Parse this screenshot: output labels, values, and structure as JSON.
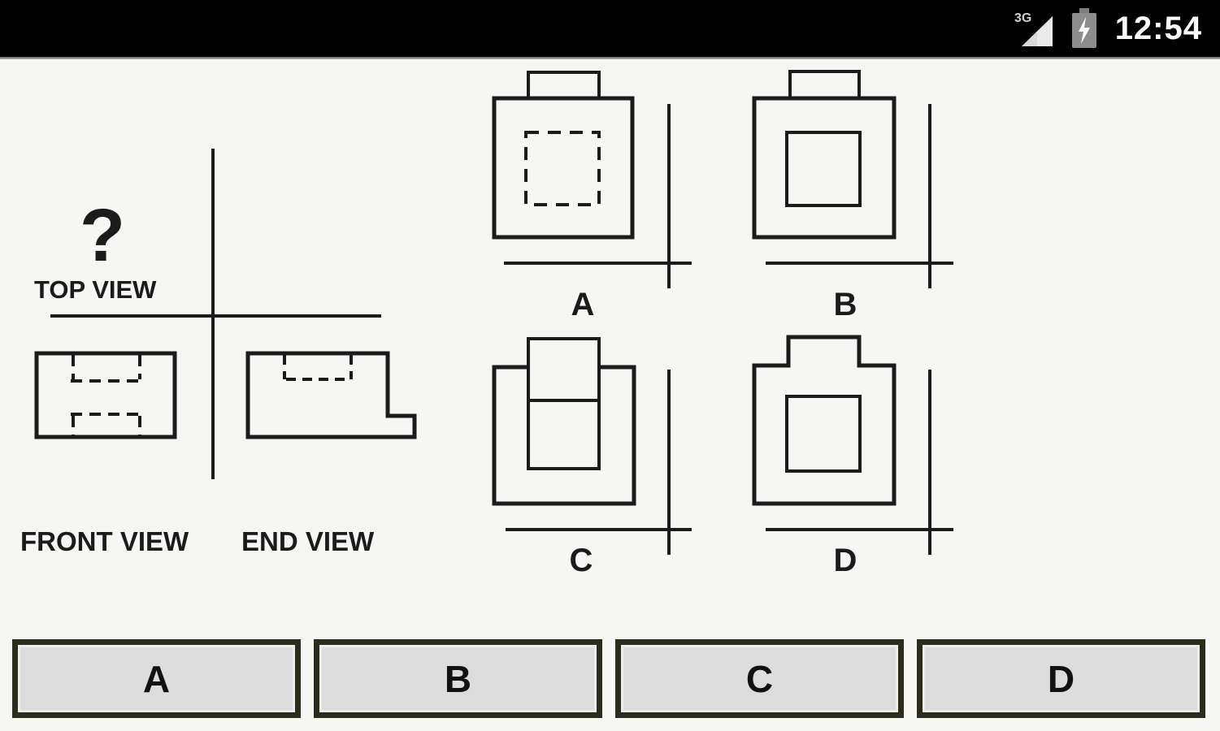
{
  "status_bar": {
    "network": "3G",
    "time": "12:54",
    "icons": [
      "signal-3g-icon",
      "battery-charging-icon"
    ]
  },
  "question": {
    "unknown_mark": "?",
    "top_view_label": "TOP VIEW",
    "front_view_label": "FRONT VIEW",
    "end_view_label": "END VIEW",
    "options": [
      {
        "id": "A",
        "label": "A"
      },
      {
        "id": "B",
        "label": "B"
      },
      {
        "id": "C",
        "label": "C"
      },
      {
        "id": "D",
        "label": "D"
      }
    ]
  },
  "answer_buttons": [
    {
      "label": "A"
    },
    {
      "label": "B"
    },
    {
      "label": "C"
    },
    {
      "label": "D"
    }
  ],
  "colors": {
    "status_bar_bg": "#000000",
    "content_bg": "#f6f6f5",
    "line": "#1b1b1b",
    "button_fill": "#dcdcdc",
    "button_border": "#2c2c1e",
    "button_text": "#111111"
  }
}
